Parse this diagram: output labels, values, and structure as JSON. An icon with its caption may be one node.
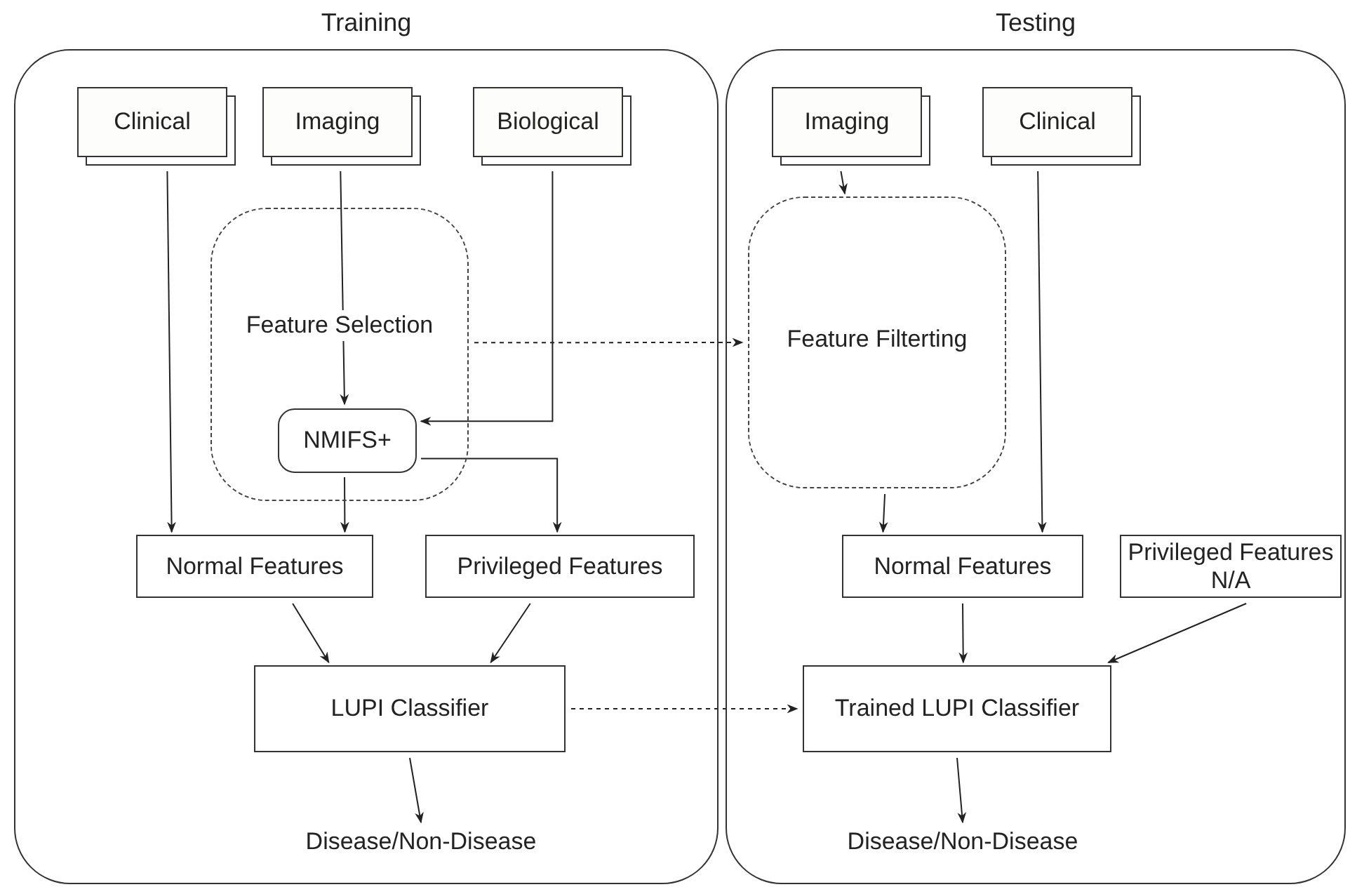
{
  "diagram": {
    "nodes": [
      {
        "text": [
          "Training"
        ]
      },
      {
        "text": [
          "Clinical"
        ],
        "in": 0
      },
      {
        "text": [
          "Imaging"
        ],
        "in": 0
      },
      {
        "text": [
          "Biological"
        ],
        "in": 0
      },
      {
        "text": [
          "Feature Selection"
        ],
        "in": 0
      },
      {
        "text": [
          "NMIFS+"
        ],
        "in": 4
      },
      {
        "text": [
          "Normal Features"
        ],
        "in": 0
      },
      {
        "text": [
          "Privileged Features"
        ],
        "in": 0
      },
      {
        "text": [
          "LUPI Classifier"
        ],
        "in": 0
      },
      {
        "text": [
          "Disease/Non-Disease"
        ],
        "in": 0
      },
      {
        "text": [
          "Testing"
        ]
      },
      {
        "text": [
          "Imaging"
        ],
        "in": 10
      },
      {
        "text": [
          "Clinical"
        ],
        "in": 10
      },
      {
        "text": [
          "Feature Filterting"
        ],
        "in": 10
      },
      {
        "text": [
          "Normal Features"
        ],
        "in": 10
      },
      {
        "text": [
          "Privileged Features N/A"
        ],
        "in": 10
      },
      {
        "text": [
          "Trained LUPI Classifier"
        ],
        "in": 10
      },
      {
        "text": [
          "Disease/Non-Disease"
        ],
        "in": 10
      }
    ],
    "edges": [
      {
        "from": 1,
        "to": 6,
        "arrow": "to"
      },
      {
        "from": 2,
        "to": 5,
        "arrow": "to"
      },
      {
        "from": 3,
        "to": 5,
        "arrow": "to"
      },
      {
        "from": 5,
        "to": 6,
        "arrow": "to"
      },
      {
        "from": 5,
        "to": 7,
        "arrow": "to"
      },
      {
        "from": 4,
        "to": 13,
        "arrow": "to",
        "style": "dashed"
      },
      {
        "from": 6,
        "to": 8,
        "arrow": "to"
      },
      {
        "from": 7,
        "to": 8,
        "arrow": "to"
      },
      {
        "from": 8,
        "to": 9,
        "arrow": "to"
      },
      {
        "from": 8,
        "to": 16,
        "arrow": "to",
        "style": "dashed"
      },
      {
        "from": 11,
        "to": 13,
        "arrow": "to"
      },
      {
        "from": 13,
        "to": 14,
        "arrow": "to"
      },
      {
        "from": 12,
        "to": 14,
        "arrow": "to"
      },
      {
        "from": 14,
        "to": 16,
        "arrow": "to"
      },
      {
        "from": 15,
        "to": 16,
        "arrow": "to"
      },
      {
        "from": 16,
        "to": 17,
        "arrow": "to"
      }
    ]
  }
}
